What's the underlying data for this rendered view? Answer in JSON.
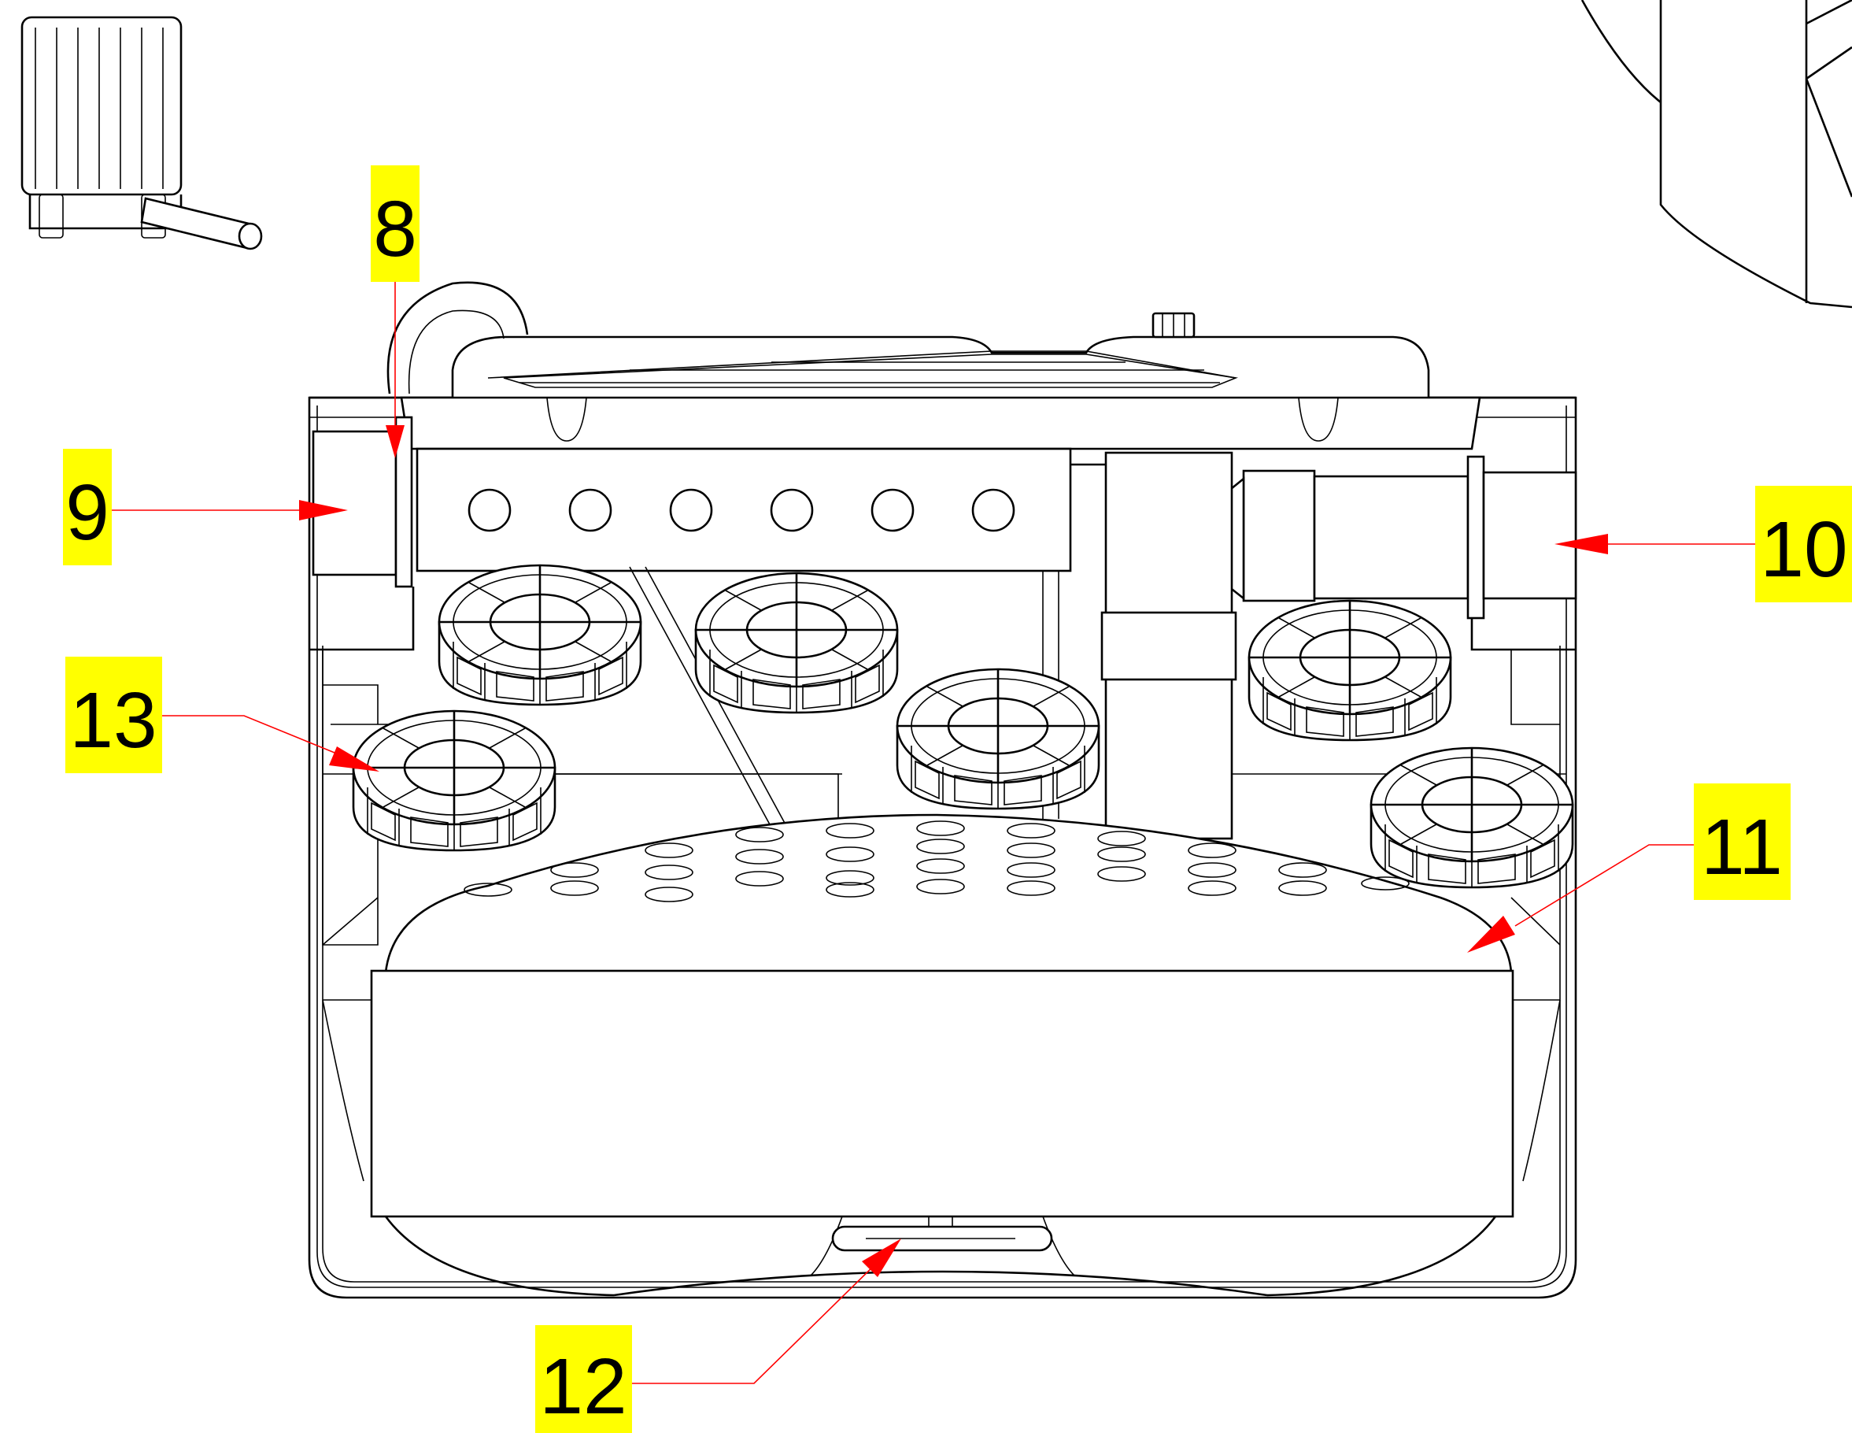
{
  "colors": {
    "label_background": "#ffff00",
    "leader_line": "#ff0000",
    "drawing_line": "#000000"
  },
  "callouts": [
    {
      "id": "c8",
      "text": "8"
    },
    {
      "id": "c9",
      "text": "9"
    },
    {
      "id": "c10",
      "text": "10"
    },
    {
      "id": "c11",
      "text": "11"
    },
    {
      "id": "c12",
      "text": "12"
    },
    {
      "id": "c13",
      "text": "13"
    }
  ]
}
